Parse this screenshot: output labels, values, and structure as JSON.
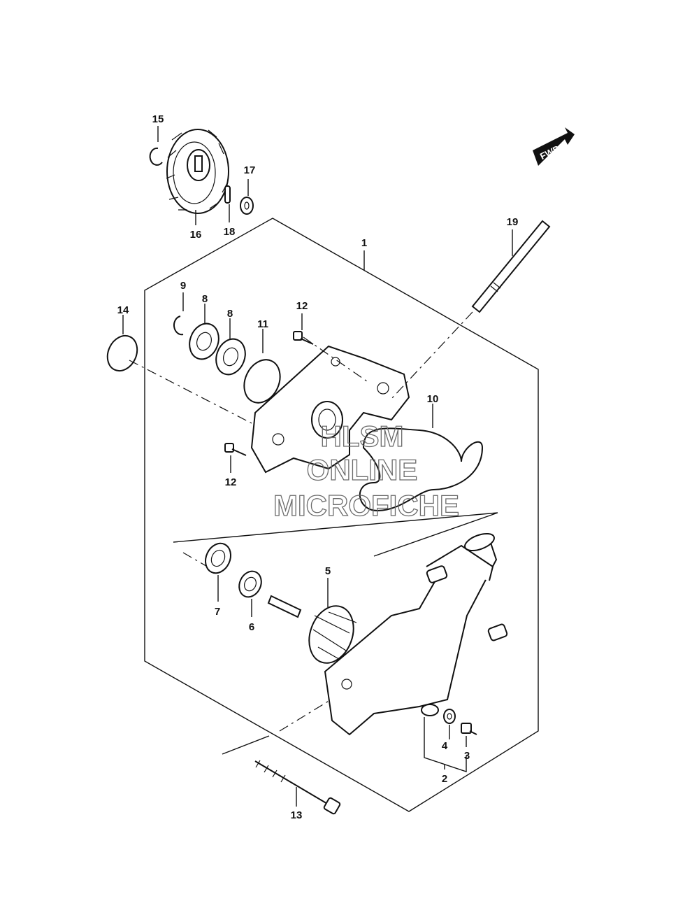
{
  "labels": {
    "l1": "1",
    "l2": "2",
    "l3": "3",
    "l4": "4",
    "l5": "5",
    "l6": "6",
    "l7": "7",
    "l8a": "8",
    "l8b": "8",
    "l9": "9",
    "l10": "10",
    "l11": "11",
    "l12a": "12",
    "l12b": "12",
    "l13": "13",
    "l14": "14",
    "l15": "15",
    "l16": "16",
    "l17": "17",
    "l18": "18",
    "l19": "19"
  },
  "direction_badge": "FWD",
  "watermark": {
    "line1": "HLSM",
    "line2": "ONLINE",
    "line3": "MICROFICHE"
  }
}
